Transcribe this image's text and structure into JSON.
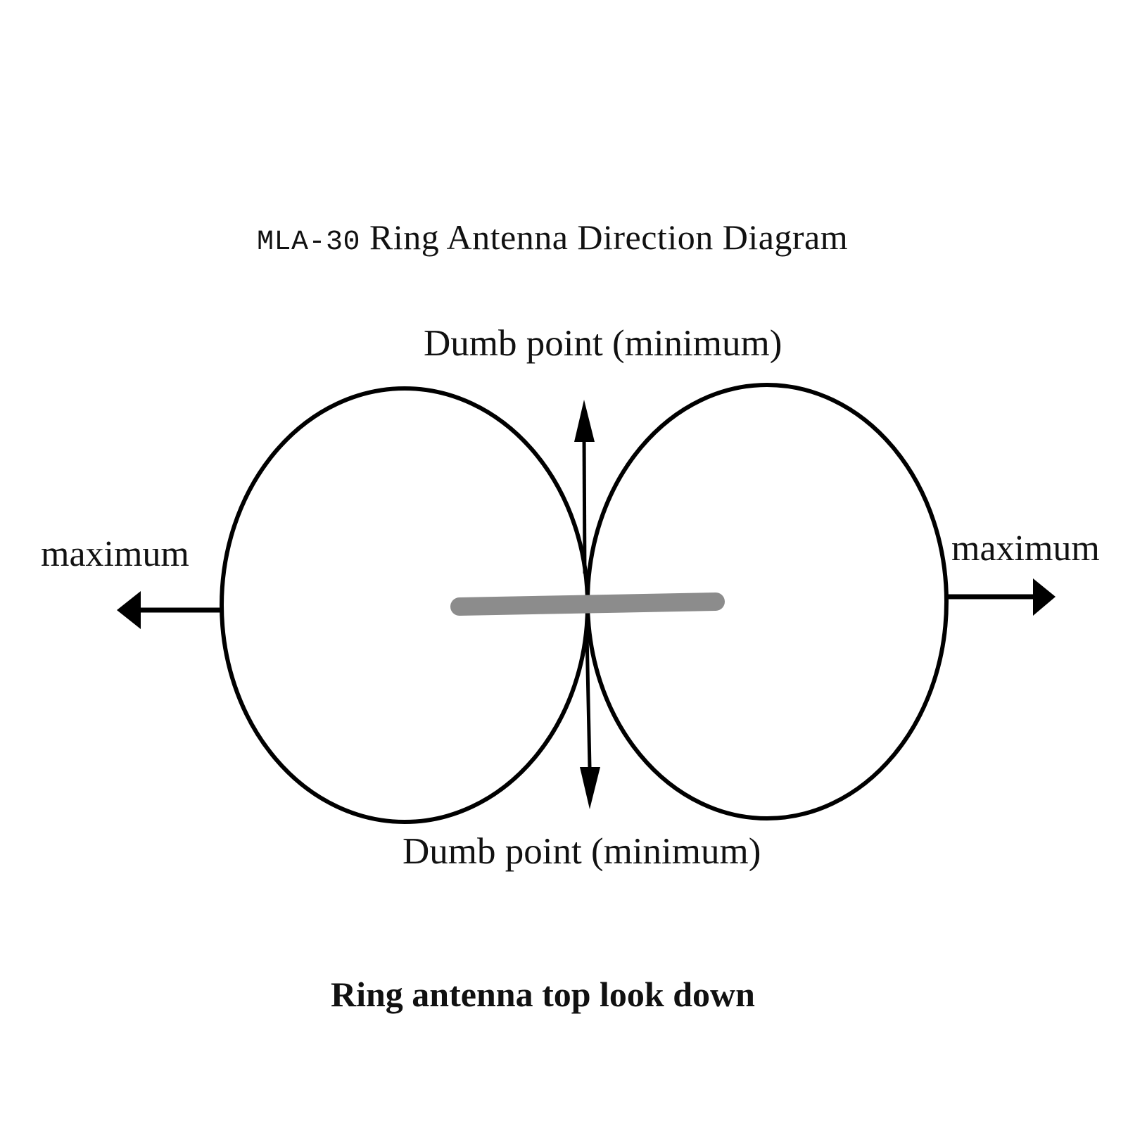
{
  "diagram": {
    "title_model": "MLA-30",
    "title_text": "Ring Antenna Direction Diagram",
    "top_label": "Dumb point (minimum)",
    "bottom_label": "Dumb point (minimum)",
    "left_label": "maximum",
    "right_label": "maximum",
    "caption": "Ring antenna top look down"
  },
  "colors": {
    "stroke": "#000000",
    "antenna_bar": "#8c8c8c",
    "background": "#ffffff"
  }
}
